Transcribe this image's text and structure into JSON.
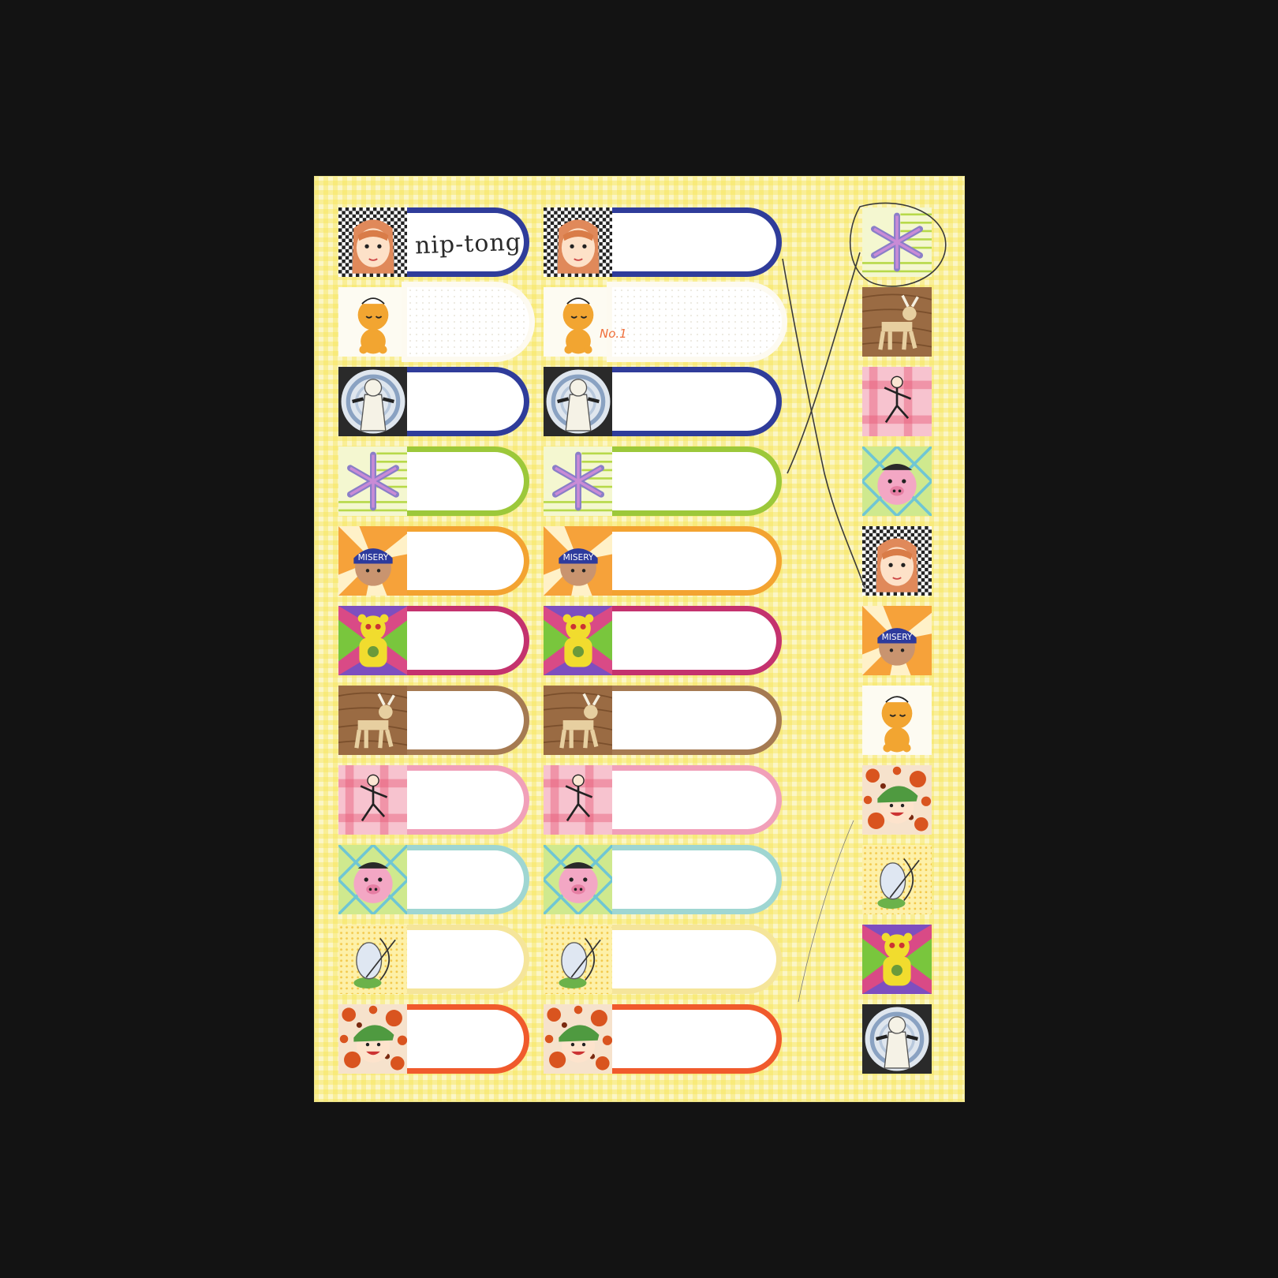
{
  "sheet": {
    "handwritten_name": "nip-tong",
    "handwritten_number": "No.1"
  },
  "tag_text": {
    "misery": "misery"
  },
  "colors": {
    "background": "#131313",
    "sheet": "#fbf6c6",
    "navy": "#2f3c9a",
    "white_dotted": "#fdfaf0",
    "lime": "#9cc83a",
    "orange": "#f3a331",
    "magenta": "#c4326e",
    "brown": "#a57a52",
    "pink": "#f1a0b9",
    "teal": "#9fd6d2",
    "pale_yellow": "#f5e59a",
    "red_orange": "#f05a2c"
  },
  "rows": [
    {
      "icon": "girl-face-icon",
      "pattern": "checker",
      "border": "navy"
    },
    {
      "icon": "orange-bear-icon",
      "pattern": "dots",
      "border": "white_dotted"
    },
    {
      "icon": "orb-figure-icon",
      "pattern": "rings",
      "border": "navy"
    },
    {
      "icon": "snowflake-icon",
      "pattern": "stripes",
      "border": "lime"
    },
    {
      "icon": "misery-boy-icon",
      "pattern": "burst",
      "border": "orange"
    },
    {
      "icon": "yellow-bear-icon",
      "pattern": "zigzag",
      "border": "magenta"
    },
    {
      "icon": "deer-icon",
      "pattern": "wood",
      "border": "brown"
    },
    {
      "icon": "dancer-icon",
      "pattern": "plaid",
      "border": "pink"
    },
    {
      "icon": "pig-icon",
      "pattern": "lattice",
      "border": "teal"
    },
    {
      "icon": "archer-icon",
      "pattern": "dotted",
      "border": "pale_yellow"
    },
    {
      "icon": "green-hat-icon",
      "pattern": "flame",
      "border": "red_orange"
    }
  ],
  "side_column": [
    "snowflake-icon",
    "deer-icon",
    "dancer-icon",
    "pig-icon",
    "girl-face-icon",
    "misery-boy-icon",
    "orange-bear-icon",
    "green-hat-icon",
    "archer-icon",
    "yellow-bear-icon",
    "orb-figure-icon"
  ]
}
